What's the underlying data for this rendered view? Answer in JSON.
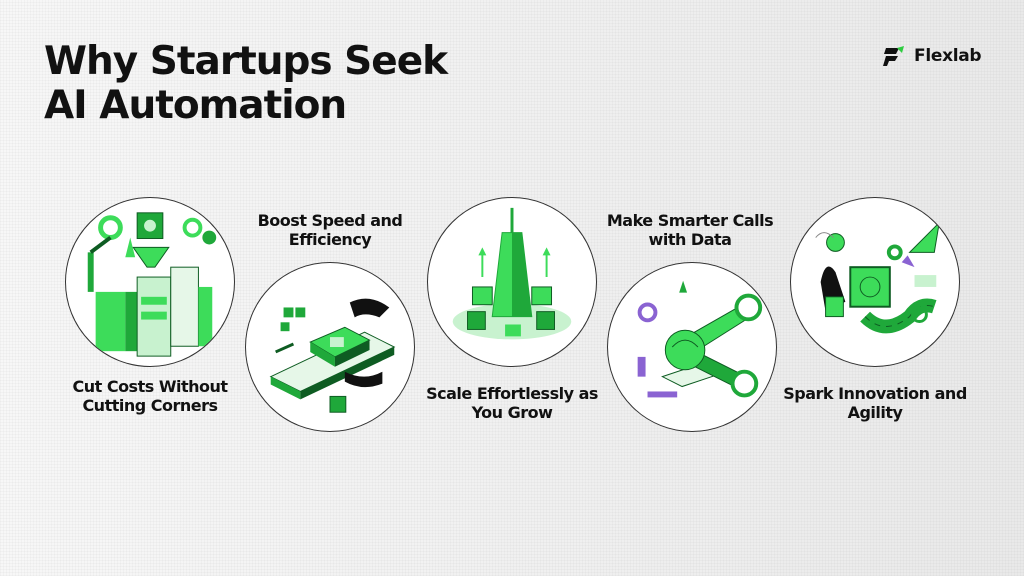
{
  "header": {
    "title": "Why Startups Seek AI Automation"
  },
  "brand": {
    "name": "Flexlab",
    "icon": "flexlab-logo-icon",
    "accent_color": "#2ecc40",
    "dark_color": "#111111"
  },
  "cards": [
    {
      "label": "Cut Costs Without Cutting Corners",
      "icon": "city-funnel-cost-illustration"
    },
    {
      "label": "Boost Speed and Efficiency",
      "icon": "conveyor-chip-illustration"
    },
    {
      "label": "Scale Effortlessly as You Grow",
      "icon": "green-tower-scaling-illustration"
    },
    {
      "label": "Make Smarter Calls with Data",
      "icon": "brain-data-megaphone-illustration"
    },
    {
      "label": "Spark Innovation and Agility",
      "icon": "rocket-chip-innovation-illustration"
    }
  ],
  "colors": {
    "green_bright": "#3ddc5a",
    "green_mid": "#1fa83a",
    "green_dark": "#0e5c22",
    "green_pale": "#c8f2cf",
    "purple_accent": "#8a63d2"
  }
}
